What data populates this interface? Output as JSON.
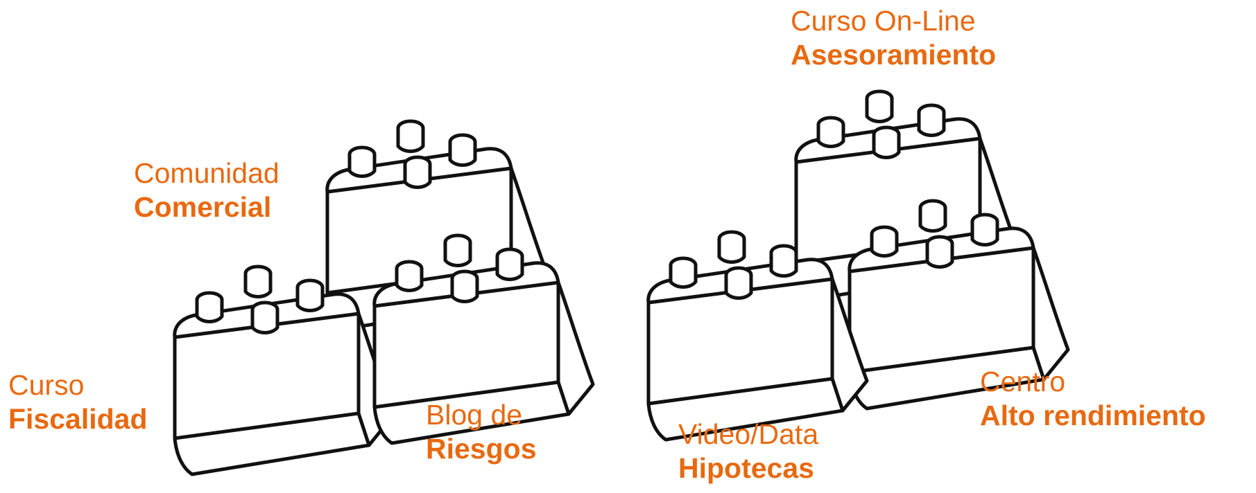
{
  "accent_color": "#E8690F",
  "blocks": [
    {
      "id": "fiscalidad",
      "line1": "Curso",
      "line2": "Fiscalidad"
    },
    {
      "id": "comercial",
      "line1": "Comunidad",
      "line2": "Comercial"
    },
    {
      "id": "riesgos",
      "line1": "Blog de",
      "line2": "Riesgos"
    },
    {
      "id": "hipotecas",
      "line1": "Video/Data",
      "line2": "Hipotecas"
    },
    {
      "id": "asesoramiento",
      "line1": "Curso On-Line",
      "line2": "Asesoramiento"
    },
    {
      "id": "alto-rendimiento",
      "line1": "Centro",
      "line2": "Alto rendimiento"
    }
  ]
}
